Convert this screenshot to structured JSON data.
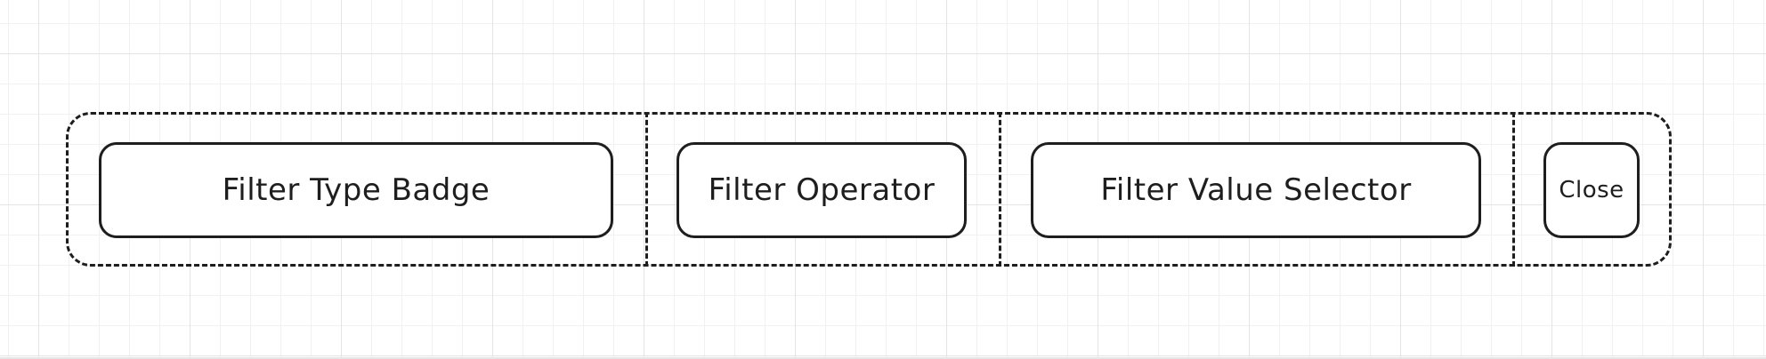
{
  "diagram": {
    "components": [
      {
        "id": "filter-type-badge",
        "label": "Filter Type Badge"
      },
      {
        "id": "filter-operator",
        "label": "Filter Operator"
      },
      {
        "id": "filter-value-selector",
        "label": "Filter Value Selector"
      },
      {
        "id": "close",
        "label": "Close"
      }
    ],
    "colors": {
      "stroke": "#1e1e1e",
      "background": "#ffffff",
      "grid": "#e4e4e4"
    }
  }
}
